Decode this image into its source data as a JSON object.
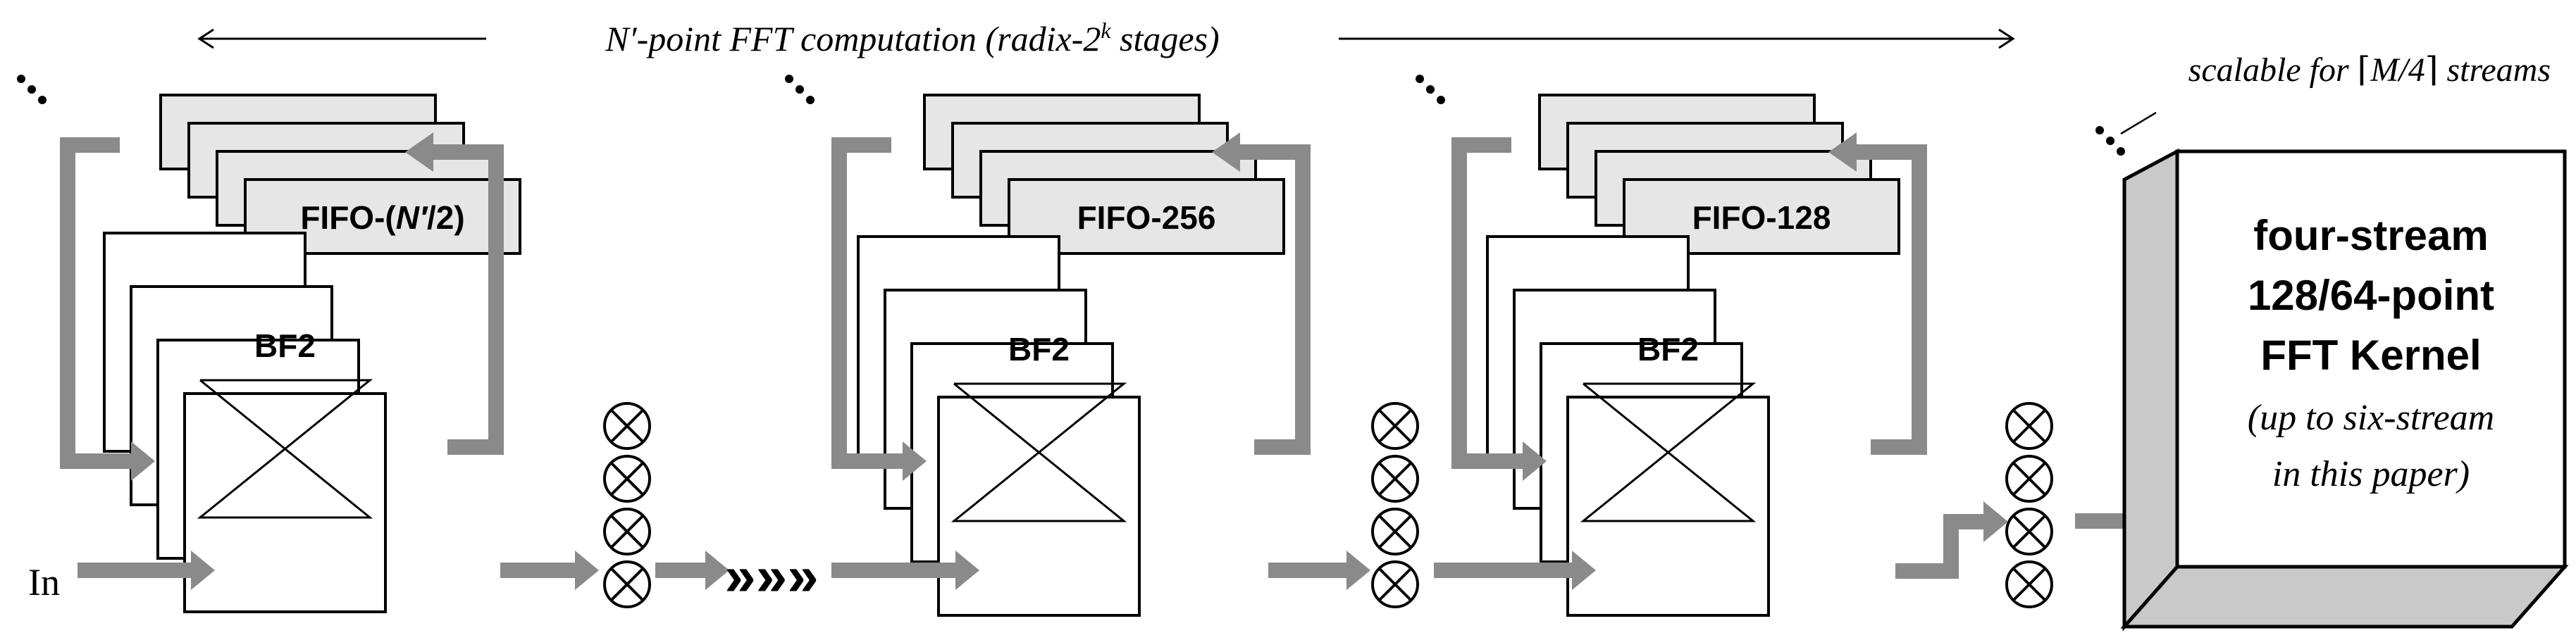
{
  "header": {
    "span_prefix": "N′-point FFT computation (radix-2",
    "span_exp": "k",
    "span_suffix": " stages)"
  },
  "scalable_note": {
    "prefix": "scalable for ",
    "ceil_open": "⌈",
    "value": "M/4",
    "ceil_close": "⌉",
    "suffix": " streams"
  },
  "input_label": "In",
  "stages": [
    {
      "fifo_prefix": "FIFO-(",
      "fifo_emph": "N′",
      "fifo_suffix": "/2)",
      "butterfly_label": "BF2"
    },
    {
      "fifo_prefix": "FIFO-256",
      "fifo_emph": "",
      "fifo_suffix": "",
      "butterfly_label": "BF2"
    },
    {
      "fifo_prefix": "FIFO-128",
      "fifo_emph": "",
      "fifo_suffix": "",
      "butterfly_label": "BF2"
    }
  ],
  "multiplier_symbol": "⊗",
  "continuation": "»»»",
  "ellipsis": "⋱",
  "kernel": {
    "line1": "four-stream",
    "line2": "128/64-point",
    "line3": "FFT Kernel",
    "line4": "(up to six-stream",
    "line5": "in this paper)"
  },
  "colors": {
    "arrow_gray": "#8a8a8a",
    "fifo_fill": "#e6e6e6",
    "kernel_side": "#c9c9c9",
    "stroke": "#000000"
  }
}
